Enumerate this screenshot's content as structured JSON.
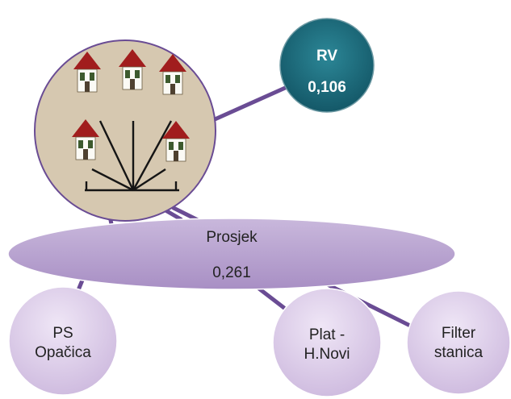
{
  "top_node": {
    "title": "RV",
    "value": "0,106"
  },
  "center_node": {
    "title": "Prosjek",
    "value": "0,261"
  },
  "leaf_nodes": [
    {
      "line1": "PS",
      "line2": "Opačica"
    },
    {
      "line1": "Plat -",
      "line2": "H.Novi"
    },
    {
      "line1": "Filter",
      "line2": "stanica"
    }
  ],
  "colors": {
    "top_node_fill": "#1e6e7e",
    "ellipse_fill": "#bca8d4",
    "leaf_fill": "#e4d8ee",
    "edge": "#6a4c94",
    "house_roof": "#9e1a1a",
    "house_bg": "#d9cbb4"
  },
  "icons": {
    "central_image": "houses-tree-icon"
  }
}
